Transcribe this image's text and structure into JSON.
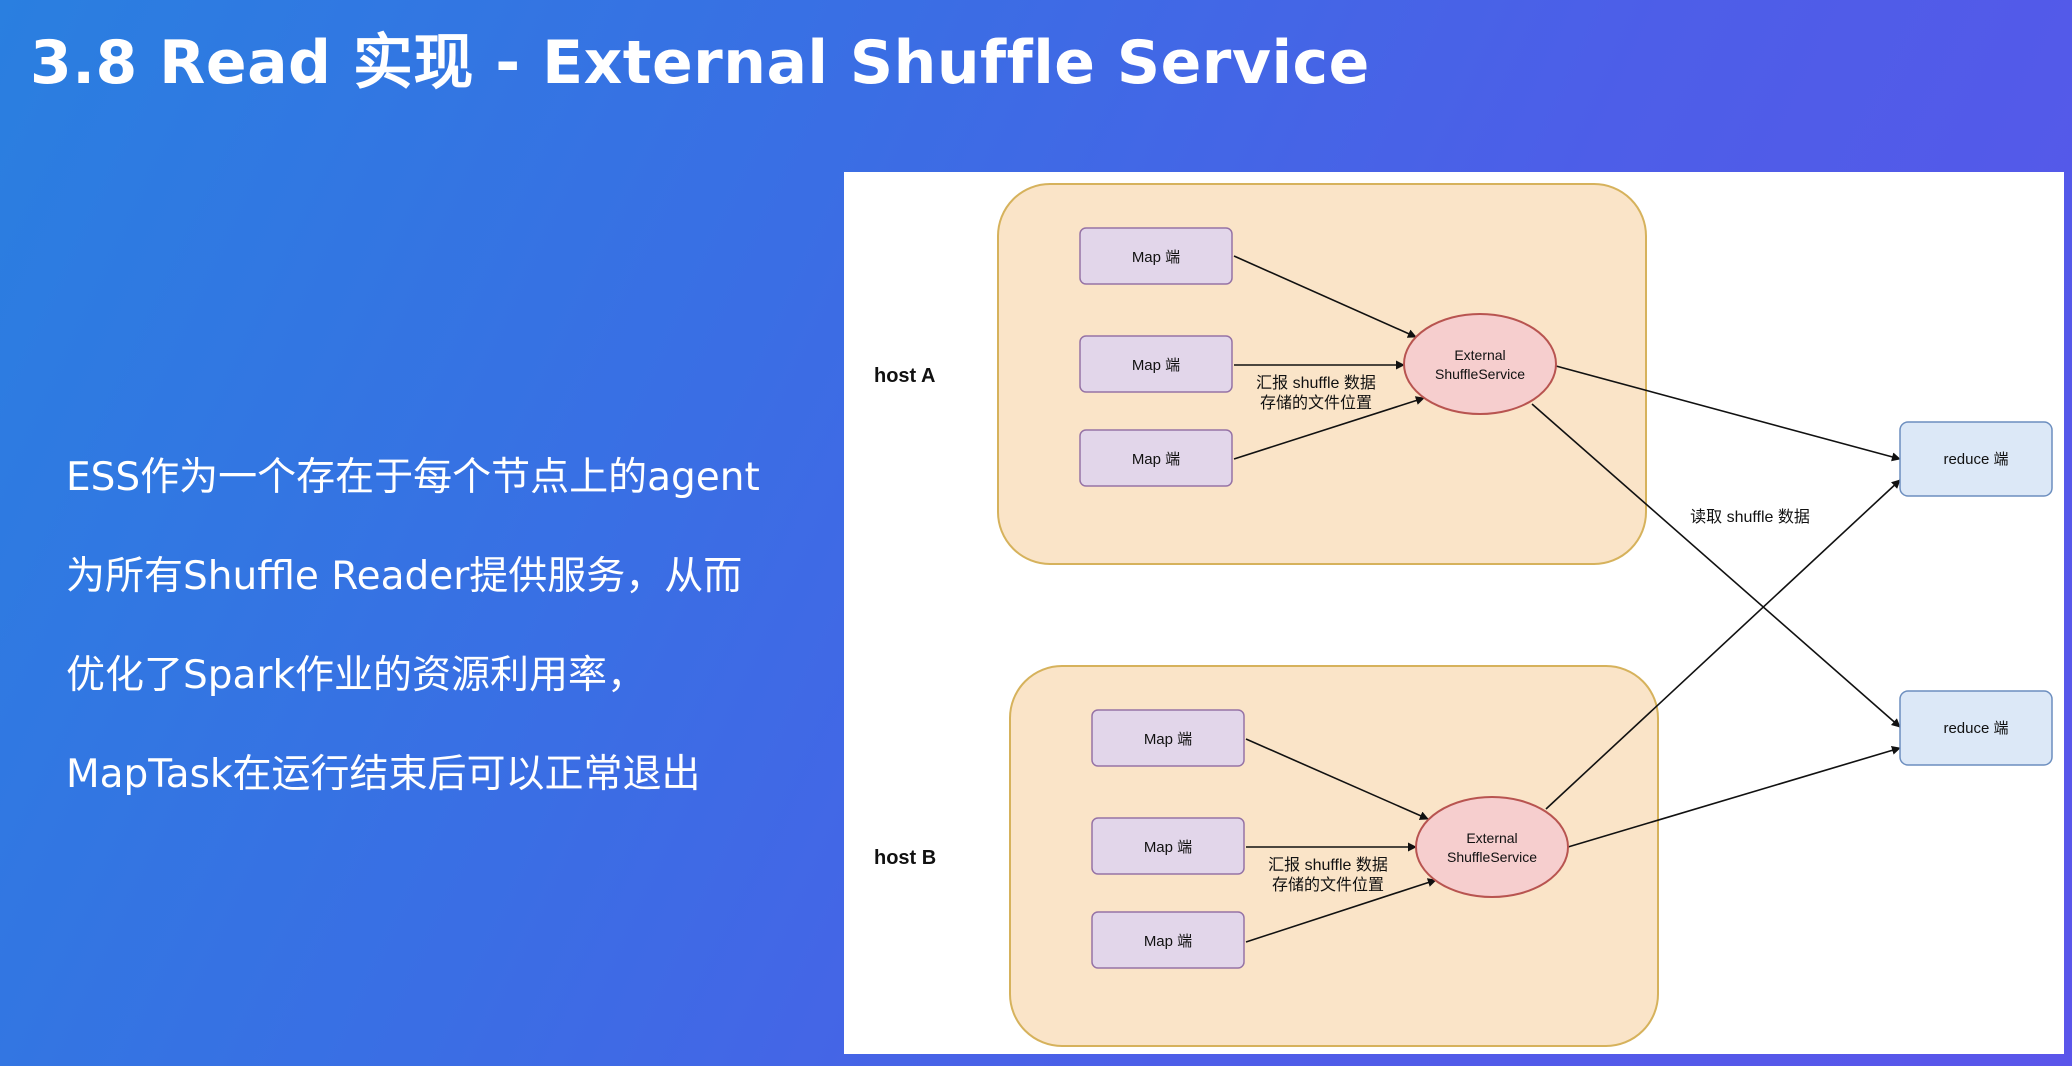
{
  "slide": {
    "title": "3.8 Read 实现 - External Shuffle Service",
    "body_lines": [
      "ESS作为一个存在于每个节点上的agent",
      "为所有Shuffle Reader提供服务，从而",
      "优化了Spark作业的资源利用率，",
      "MapTask在运行结束后可以正常退出"
    ]
  },
  "diagram": {
    "hosts": [
      {
        "label": "host A",
        "map_nodes": [
          "Map 端",
          "Map 端",
          "Map 端"
        ],
        "service": {
          "line1": "External",
          "line2": "ShuffleService"
        },
        "report_label": {
          "line1": "汇报 shuffle 数据",
          "line2": "存储的文件位置"
        }
      },
      {
        "label": "host B",
        "map_nodes": [
          "Map 端",
          "Map 端",
          "Map 端"
        ],
        "service": {
          "line1": "External",
          "line2": "ShuffleService"
        },
        "report_label": {
          "line1": "汇报 shuffle 数据",
          "line2": "存储的文件位置"
        }
      }
    ],
    "reduce_nodes": [
      "reduce 端",
      "reduce 端"
    ],
    "read_label": "读取 shuffle 数据",
    "colors": {
      "host_fill": "#fae4c8",
      "host_stroke": "#d6b25c",
      "map_fill": "#e2d6ea",
      "map_stroke": "#9673a6",
      "service_fill": "#f6cece",
      "service_stroke": "#b85450",
      "reduce_fill": "#dce8f7",
      "reduce_stroke": "#6c8ebf"
    }
  }
}
